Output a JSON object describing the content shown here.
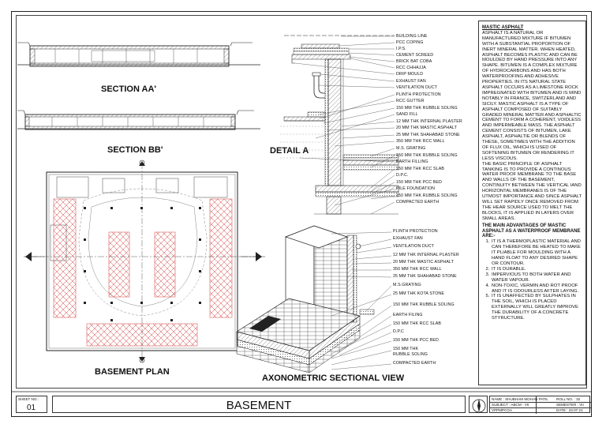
{
  "titles": {
    "section_aa": "SECTION AA'",
    "section_bb": "SECTION BB'",
    "detail_a": "DETAIL A",
    "basement_plan": "BASEMENT PLAN",
    "axonometric": "AXONOMETRIC SECTIONAL VIEW"
  },
  "detail_labels": [
    "BUILDING LINE",
    "PCC COPING",
    "I.P.S.",
    "CEMENT SCREED",
    "BRICK BAT COBA",
    "RCC CHHAJJA",
    "DRIP MOULD",
    "EXHAUST FAN",
    "VENTILATION DUCT",
    "PLINTH PROTECTION",
    "RCC GUTTER",
    "150 MM THK RUBBLE SOLING",
    "SAND FILL",
    "12 MM THK INTERNAL PLASTER",
    "20 MM THK MASTIC ASPHALT",
    "25 MM THK SHAHABAD STONE",
    "350 MM THK RCC WALL",
    "M.S.      GRATING",
    "150 MM THK RUBBLE SOLING",
    "EARTH FILLING",
    "150 MM THK RCC SLAB",
    "D.P.C.",
    "150 MM THK PCC BED",
    "PILE FOUNDATION",
    "150 MM THK RUBBLE SOLING",
    "COMPACTED EARTH"
  ],
  "axo_labels": [
    "PLINTH PROTECTION",
    "EXHAUST FAN",
    "VENTILATION DUCT",
    "12 MM THK INTERNAL PLASTER",
    "20 MM THK MASTIC ASPHALT",
    "350 MM THK RCC WALL",
    "25 MM THK SHAHABAD STONE",
    "M.S.GRATING",
    "25 MM THK KOTA STONE",
    "150 MM THK RUBBLE SOLING",
    "EARTH FILING",
    "150 MM THK RCC SLAB",
    "D.P.C",
    "150 MM THK PCC BED",
    "150 MM THK",
    "RUBBLE SOLING",
    "COMPACTED EARTH"
  ],
  "notes": {
    "heading": "MASTIC ASPHALT",
    "para1": "ASPHALT IS A NATURAL OR MANUFACTURED MIXTURE IF BITUMEN WITH A SUBSTANTIAL PROPORTION OF INERT MINERAL MATTER. WHEN HEATED, ASPHALT BECOMES PLASTIC AND CAN BE MOULDED BY HAND PRESSURE INTO ANY SHAPE. BITUMEN IS A COMPLEX MIXTURE OF HYDROCARBONS AND HAS BOTH WATERPROOFING AND ADHESIVE PROPERTIES. IN ITS NATURAL STATE ASPHALT OCCURS AS A LIMESTONE ROCK IMPREGNATED WITH BITUMEN AND IS MIND NOTABLY IN FRANCE, SWITZERLAND AND SICILY. MASTIC ASPHALT IS A TYPE OF ASPHALT COMPOSED OF SUITABLY GRADED MINERAL MATTER AND ASPHALTIC CEMENT TO FORM A COHERENT, VOIDLESS AND IMPERMEABLE MASS. THE ASPHALT CEMENT CONSISTS OF BITUMEN, LAKE ASPHALT, ASPHALTIE OR BLENDS OF THESE, SOMETIMES WITH THE ADDITION OF FLUX OIL, WHICH IS USED OF SOFTENING BITUMEN OR RENDERING IT LESS VISCOUS.",
    "para2": "THE BASIC PRINCIPLE OF ASPHALT TANKING IS TO PROVIDE A CONTINOUS WATER PROOF MEMBRANE TO THE BASE AND WALLS OF THE BASEMENT, CONTINUITY BETWEEN THE VERTICAL IAND HORIZONTAL MEMBRANES IS OF THE UTMOST IMPORTANCE AND SINCE ASPHALT WILL SET RAPIDLY ONCE REMOVED FROM THE HEAR SOURCE USED TO MELT THE BLOCKS, IT IS APPLIED IN LAYERS OVER SMALL AREAS.",
    "subheading": "THE MAIN ADVANTAGES OF MASTIC ASPHALT AS A WATERPROOF MEMBRANE ARE:-",
    "advantages": [
      "IT IS A THERMOPLASTIC MATERIAL AND CAN THEREFORE BE HEATED TO MAKE IT PLIABLE FOR MOULDING WITH A HAND FLOAT TO ANY DESIRED SHAPE OR CONTOUR.",
      "IT IS DURABLE.",
      "IMPERVIOUS TO BOTH WATER AND WATER VAPOUR.",
      "NON-TOXIC, VERMIN AND ROT PROOF AND IT IS ODOURLESS AFTER LAYING.",
      "IT IS UNAFFECTED BY SULPHATES IN THE SOIL, WHICH IS PLACED EXTERNALLY WILL GREATLY IMPROVE THE DURABILITY OF A CONCRETE STYRUCTURE."
    ]
  },
  "titleblock": {
    "sheet_label": "SHEET NO.:",
    "sheet_no": "01",
    "sheet_title": "BASEMENT",
    "name": "NAME : SHUBHAM MOHAN PATIL",
    "roll": "ROLL NO. : 32",
    "subject": "SUBJECT : ABCM - VII",
    "semester": "SEMESTER : VII",
    "college": "VPPMPCOA",
    "date": "DATE : 23.07.21"
  }
}
